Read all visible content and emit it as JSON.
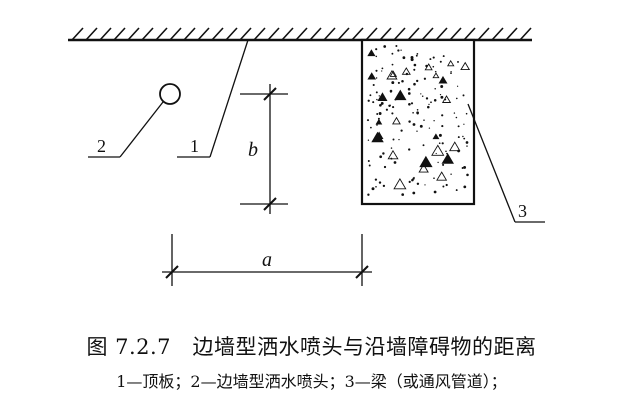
{
  "figure": {
    "title": "图 7.2.7　边墙型洒水喷头与沿墙障碍物的距离",
    "legend": "1—顶板；2—边墙型洒水喷头；3—梁（或通风管道）；"
  },
  "labels": {
    "ceiling": "1",
    "sprinkler": "2",
    "beam": "3",
    "dim_a": "a",
    "dim_b": "b"
  },
  "colors": {
    "line": "#111111",
    "background": "#ffffff"
  }
}
